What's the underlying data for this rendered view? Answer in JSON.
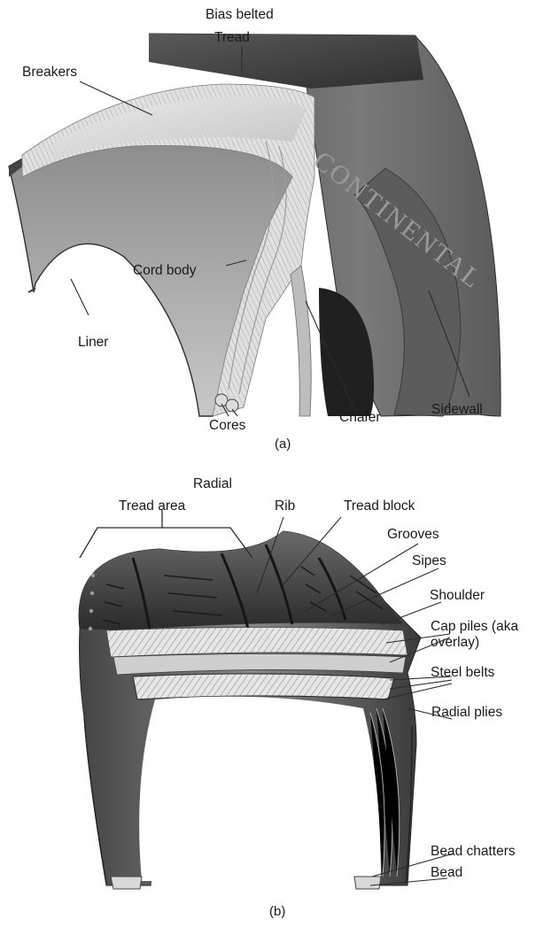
{
  "figure_a": {
    "title": "Bias belted",
    "caption": "(a)",
    "brand_text": "CONTINENTAL",
    "labels": {
      "tread": "Tread",
      "breakers": "Breakers",
      "cord_body": "Cord body",
      "liner": "Liner",
      "cores": "Cores",
      "chafer": "Chafer",
      "sidewall": "Sidewall"
    }
  },
  "figure_b": {
    "title": "Radial",
    "caption": "(b)",
    "labels": {
      "tread_area": "Tread area",
      "rib": "Rib",
      "tread_block": "Tread block",
      "grooves": "Grooves",
      "sipes": "Sipes",
      "shoulder": "Shoulder",
      "cap_piles_1": "Cap piles (aka",
      "cap_piles_2": "overlay)",
      "steel_belts": "Steel belts",
      "radial_plies": "Radial plies",
      "bead_chatters": "Bead chatters",
      "bead": "Bead"
    }
  },
  "colors": {
    "rubber_dark": "#3a3a3a",
    "rubber_mid": "#6e6e6e",
    "fabric_light": "#dcdcdc",
    "leader_line": "#2a2a2a"
  }
}
